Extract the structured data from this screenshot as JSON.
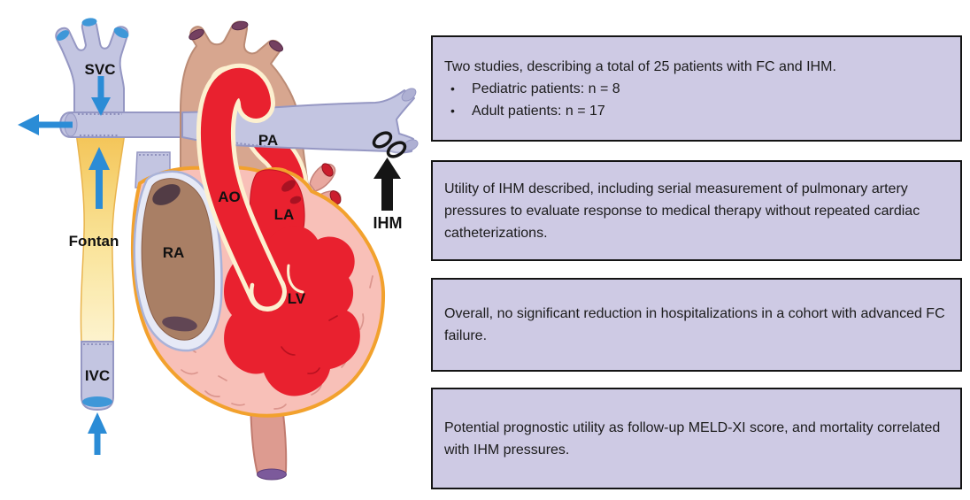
{
  "figure": {
    "description": "Fontan circulation heart diagram with implantable hemodynamic monitor (IHM) positioned in the pulmonary artery",
    "anatomy_labels": {
      "svc": "SVC",
      "pa": "PA",
      "ao": "AO",
      "la": "LA",
      "ra": "RA",
      "lv": "LV",
      "fontan": "Fontan",
      "ivc": "IVC",
      "ihm": "IHM"
    },
    "colors": {
      "vessel_lavender": "#c3c5e1",
      "vessel_lavender_edge": "#9597c3",
      "vessel_lumen_lavender": "#aeb0d3",
      "fontan_conduit_yellow": "#f4c24e",
      "flow_arrow_blue": "#2b8cd6",
      "blue_vessel_cap": "#3e97d8",
      "aortic_arch_tan": "#d7a68f",
      "branch_cut_purple": "#744060",
      "chamber_red": "#e9212f",
      "aorta_cream_outline": "#fcf0d0",
      "myocardium_pink": "#f8c0b8",
      "heart_outline_orange": "#f2a12d",
      "ra_brown": "#a97f65",
      "vein_pink": "#e9a89f",
      "ihm_black": "#151515",
      "box_fill": "#cecae4",
      "box_border": "#141414"
    }
  },
  "findings_boxes": [
    {
      "text": "Two studies, describing a total of 25 patients with FC and IHM.",
      "bullet_glyph": "•",
      "bullets": [
        "Pediatric patients: n = 8",
        "Adult patients: n = 17"
      ]
    },
    {
      "text": "Utility of IHM described, including serial measurement of pulmonary artery pressures to evaluate response to medical therapy without repeated cardiac catheterizations."
    },
    {
      "text": "Overall, no significant reduction in hospitalizations in a cohort with advanced FC failure."
    },
    {
      "text": "Potential prognostic utility as follow-up MELD-XI score, and mortality correlated with IHM pressures."
    }
  ]
}
